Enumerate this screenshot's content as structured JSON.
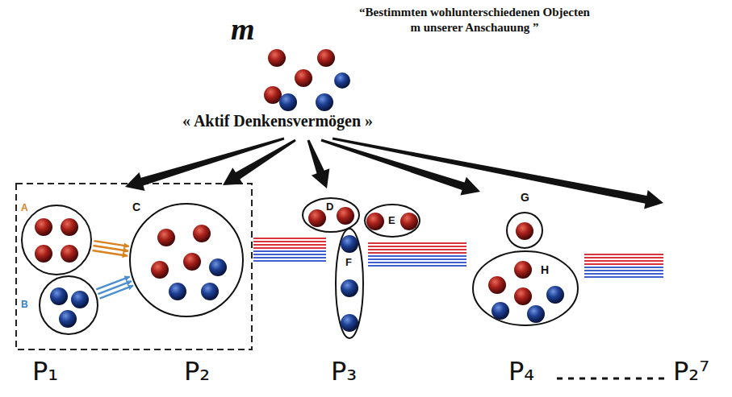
{
  "diagram": {
    "nodes": [
      {
        "text": [
          "A"
        ]
      },
      {
        "text": [
          "B"
        ]
      },
      {
        "text": [
          "C"
        ]
      },
      {
        "text": [
          "D"
        ]
      },
      {
        "text": [
          "E"
        ]
      },
      {
        "text": [
          "F"
        ]
      },
      {
        "text": [
          "G"
        ]
      },
      {
        "text": [
          "H"
        ]
      }
    ],
    "edges": [
      {
        "from": 0,
        "to": 2,
        "arrow": "to"
      },
      {
        "from": 1,
        "to": 2,
        "arrow": "to"
      }
    ],
    "labels": [
      "m",
      "“Bestimmten wohlunterschiedenen Objecten m unserer Anschauung ”",
      "« Aktif Denkensvermögen »",
      "P₁",
      "P₂",
      "P₃",
      "P₄",
      "P₂⁷"
    ]
  }
}
